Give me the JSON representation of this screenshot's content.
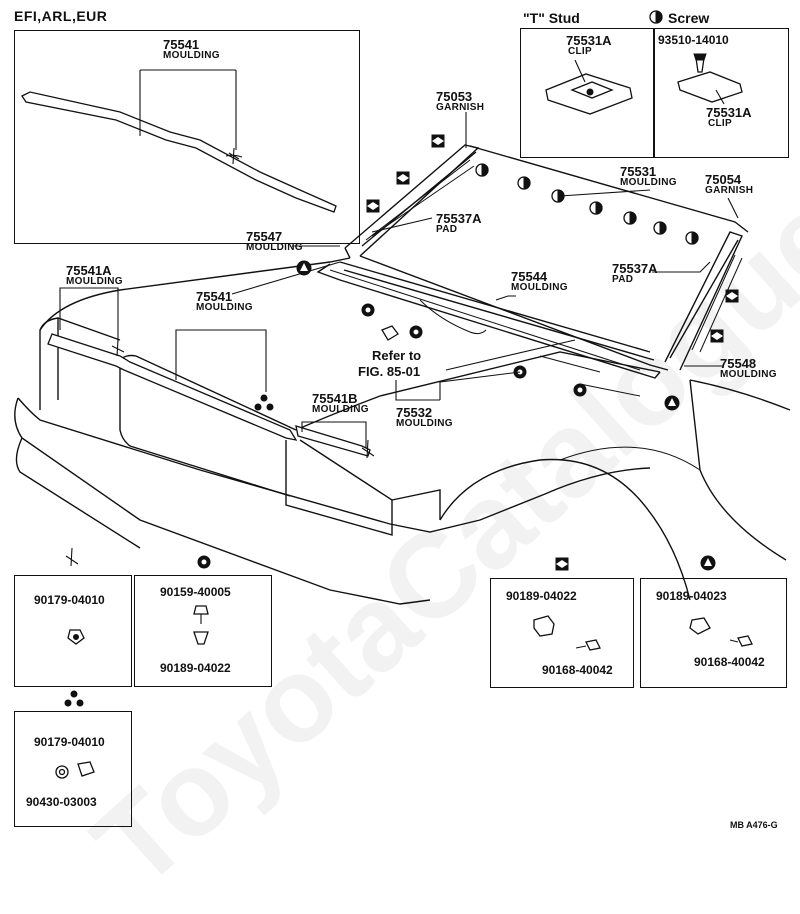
{
  "header": {
    "variant_label": "EFI,ARL,EUR",
    "t_stud_label": "\"T\" Stud",
    "screw_label": "Screw"
  },
  "callouts": {
    "c75541_top": {
      "num": "75541",
      "name": "MOULDING"
    },
    "c75053": {
      "num": "75053",
      "name": "GARNISH"
    },
    "c75531": {
      "num": "75531",
      "name": "MOULDING"
    },
    "c75054": {
      "num": "75054",
      "name": "GARNISH"
    },
    "c75537a_left": {
      "num": "75537A",
      "name": "PAD"
    },
    "c75547": {
      "num": "75547",
      "name": "MOULDING"
    },
    "c75541a": {
      "num": "75541A",
      "name": "MOULDING"
    },
    "c75541_mid": {
      "num": "75541",
      "name": "MOULDING"
    },
    "c75544": {
      "num": "75544",
      "name": "MOULDING"
    },
    "c75537a_right": {
      "num": "75537A",
      "name": "PAD"
    },
    "c75548": {
      "num": "75548",
      "name": "MOULDING"
    },
    "c75541b": {
      "num": "75541B",
      "name": "MOULDING"
    },
    "c75532": {
      "num": "75532",
      "name": "MOULDING"
    },
    "refer_line1": "Refer to",
    "refer_line2": "FIG. 85-01"
  },
  "inset_t_stud": {
    "num": "75531A",
    "name": "CLIP"
  },
  "inset_screw": {
    "screw_num": "93510-14010",
    "clip_num": "75531A",
    "clip_name": "CLIP"
  },
  "fastener_boxes": {
    "cross": {
      "parts": [
        "90179-04010"
      ]
    },
    "circle": {
      "parts": [
        "90159-40005",
        "90189-04022"
      ]
    },
    "triple": {
      "parts": [
        "90179-04010",
        "90430-03003"
      ]
    },
    "square": {
      "parts": [
        "90189-04022",
        "90168-40042"
      ]
    },
    "triangle": {
      "parts": [
        "90189-04023",
        "90168-40042"
      ]
    }
  },
  "watermark": "ToyotaCatalogue.ru",
  "footer_code": "MB  A476-G"
}
